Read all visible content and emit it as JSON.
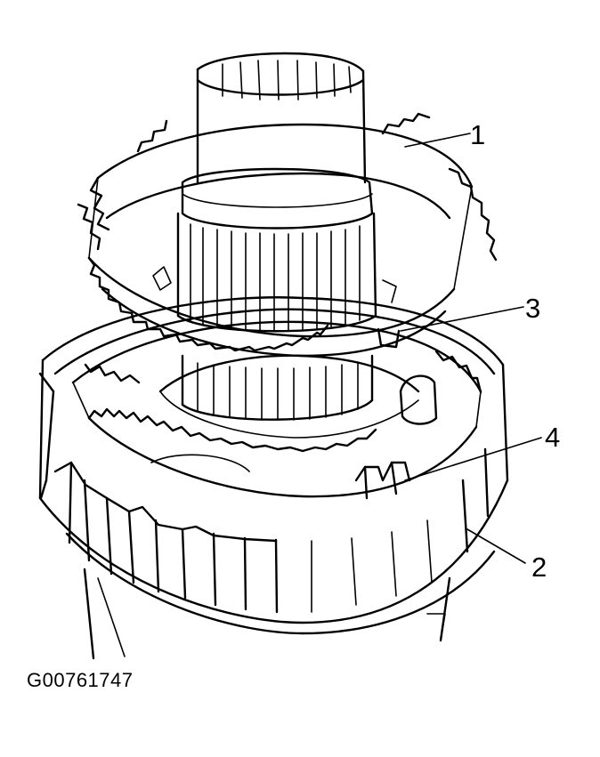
{
  "diagram": {
    "figure_id": "G00761747",
    "callouts": [
      {
        "id": "callout-1",
        "label": "1"
      },
      {
        "id": "callout-2",
        "label": "2"
      },
      {
        "id": "callout-3",
        "label": "3"
      },
      {
        "id": "callout-4",
        "label": "4"
      }
    ],
    "colors": {
      "line": "#000000",
      "background": "#ffffff"
    }
  }
}
